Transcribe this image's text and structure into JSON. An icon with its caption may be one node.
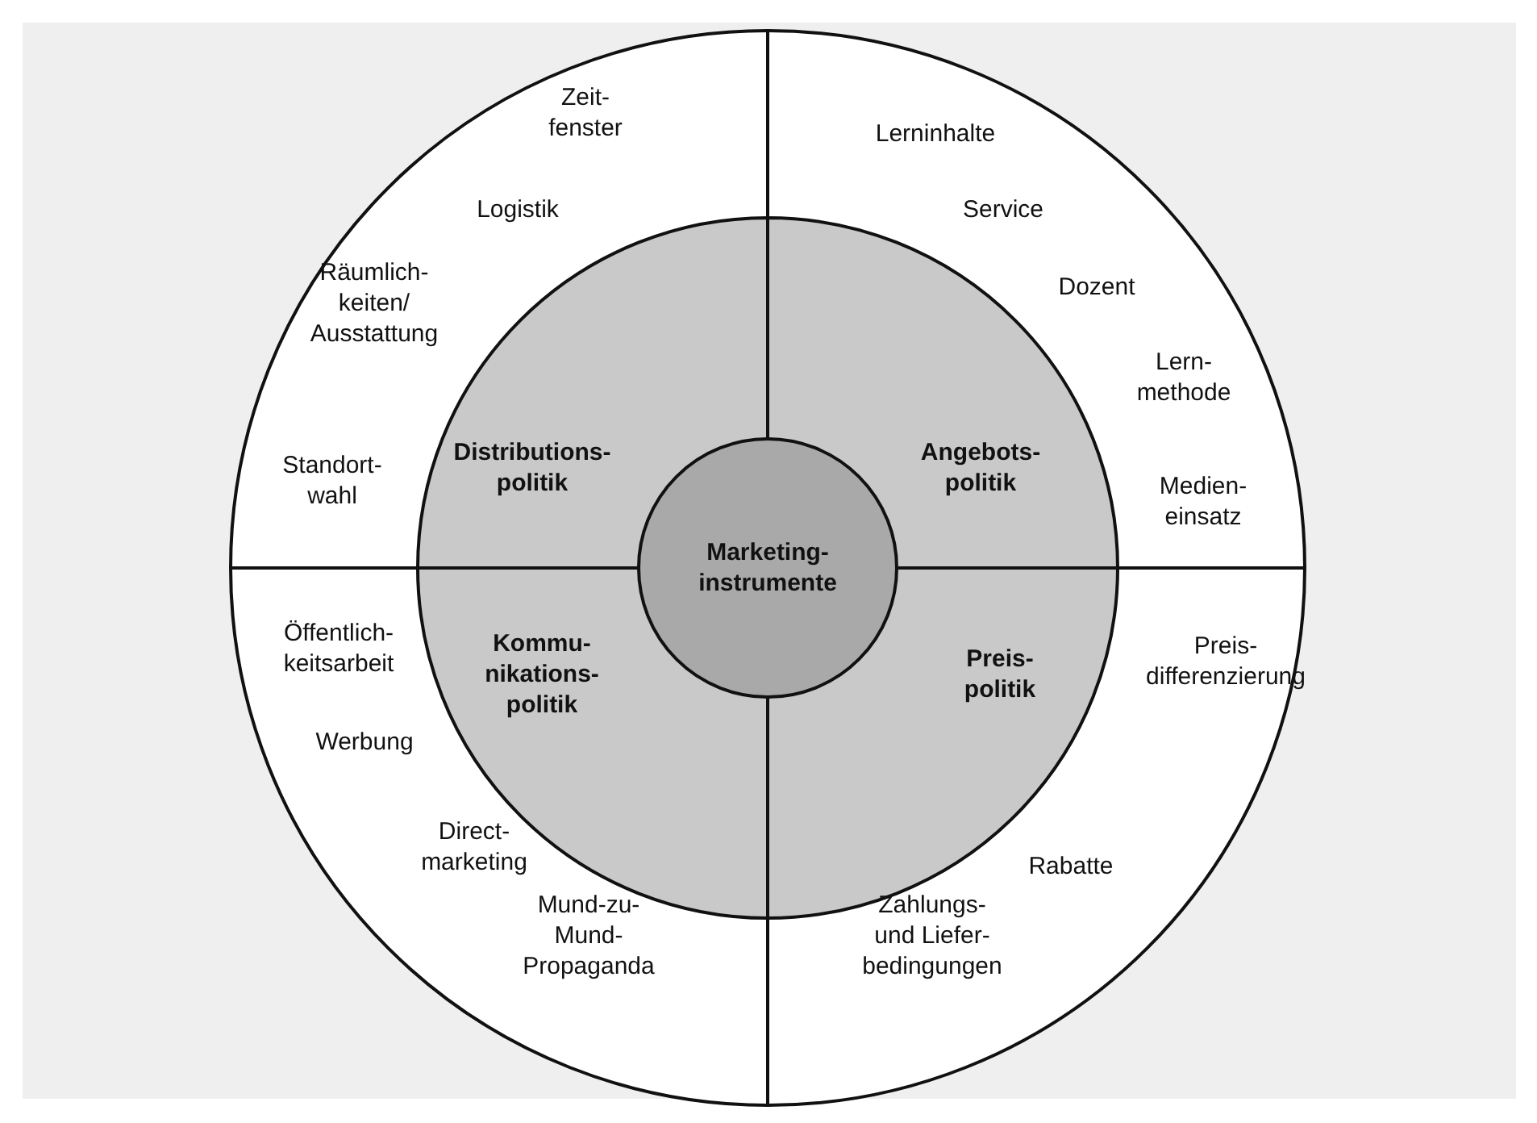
{
  "diagram": {
    "nodes": [
      {
        "text": [
          "Marketing-instrumente"
        ]
      },
      {
        "text": [
          "Distributions-politik"
        ]
      },
      {
        "text": [
          "Angebots-politik"
        ]
      },
      {
        "text": [
          "Kommu-nikations-politik"
        ]
      },
      {
        "text": [
          "Preis-politik"
        ]
      }
    ],
    "labels": [
      "Zeit-fenster",
      "Logistik",
      "Räumlich-keiten/ Ausstattung",
      "Standort-wahl",
      "Lerninhalte",
      "Service",
      "Dozent",
      "Lern-methode",
      "Medien-einsatz",
      "Öffentlich-keitsarbeit",
      "Werbung",
      "Direct-marketing",
      "Mund-zu-Mund-Propaganda",
      "Preis-differenzierung",
      "Rabatte",
      "Zahlungs- und Liefer-bedingungen"
    ]
  }
}
